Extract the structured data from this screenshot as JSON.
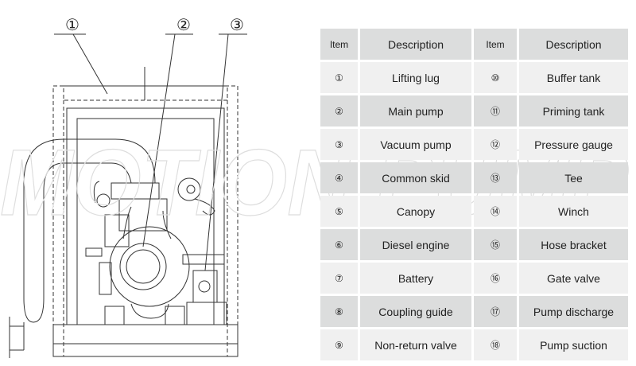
{
  "diagram": {
    "callouts": [
      "①",
      "②",
      "③"
    ]
  },
  "watermark": "MOTION PUMP",
  "table": {
    "headers": [
      "Item",
      "Description",
      "Item",
      "Description"
    ],
    "rows": [
      {
        "item_left": "①",
        "desc_left": "Lifting lug",
        "item_right": "⑩",
        "desc_right": "Buffer tank"
      },
      {
        "item_left": "②",
        "desc_left": "Main pump",
        "item_right": "⑪",
        "desc_right": "Priming tank"
      },
      {
        "item_left": "③",
        "desc_left": "Vacuum pump",
        "item_right": "⑫",
        "desc_right": "Pressure gauge"
      },
      {
        "item_left": "④",
        "desc_left": "Common skid",
        "item_right": "⑬",
        "desc_right": "Tee"
      },
      {
        "item_left": "⑤",
        "desc_left": "Canopy",
        "item_right": "⑭",
        "desc_right": "Winch"
      },
      {
        "item_left": "⑥",
        "desc_left": "Diesel engine",
        "item_right": "⑮",
        "desc_right": "Hose bracket"
      },
      {
        "item_left": "⑦",
        "desc_left": "Battery",
        "item_right": "⑯",
        "desc_right": "Gate valve"
      },
      {
        "item_left": "⑧",
        "desc_left": "Coupling guide",
        "item_right": "⑰",
        "desc_right": "Pump discharge"
      },
      {
        "item_left": "⑨",
        "desc_left": "Non-return valve",
        "item_right": "⑱",
        "desc_right": "Pump suction"
      }
    ]
  }
}
